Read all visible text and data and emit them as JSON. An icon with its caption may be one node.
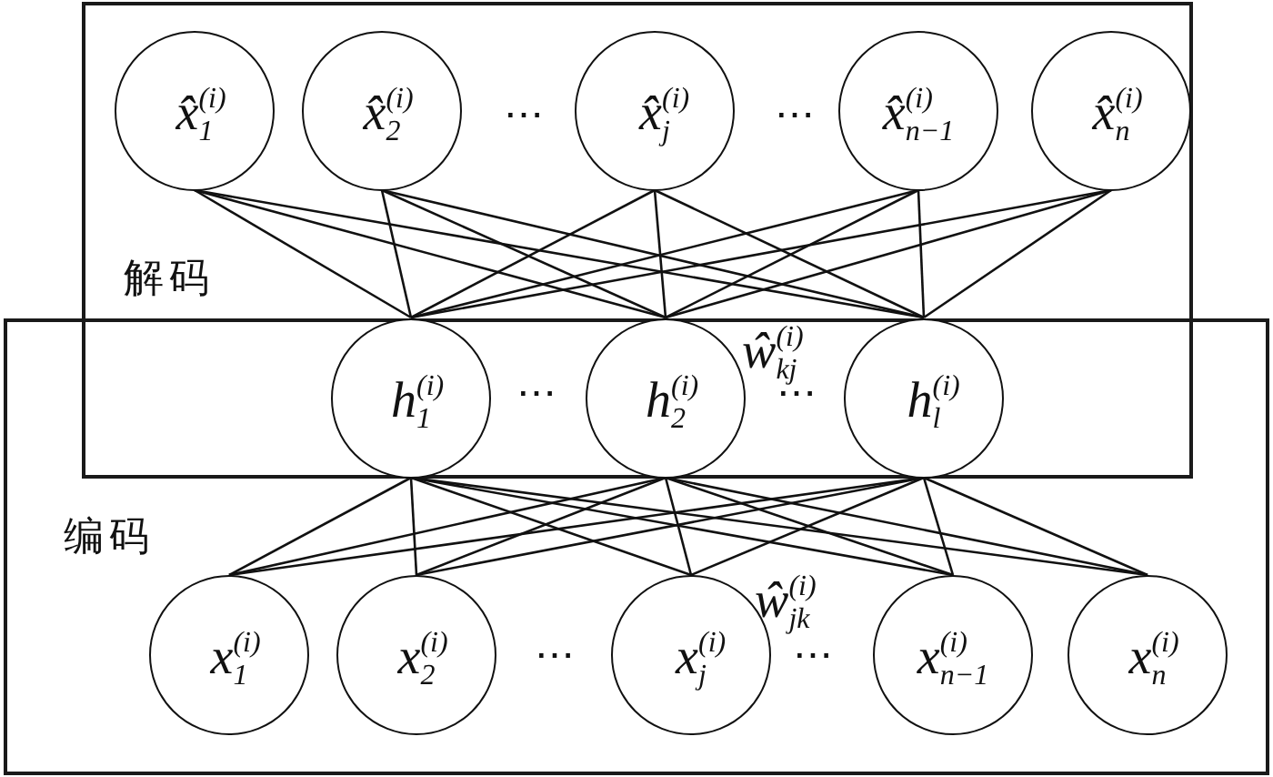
{
  "diagram": {
    "nodes": [
      {
        "text": [
          "解码"
        ]
      },
      {
        "text": [
          "x̂$^{(i)}$$_{1}$"
        ],
        "in": 0
      },
      {
        "text": [
          "x̂$^{(i)}$$_{2}$"
        ],
        "in": 0
      },
      {
        "text": [
          "x̂$^{(i)}$$_{j}$"
        ],
        "in": 0
      },
      {
        "text": [
          "x̂$^{(i)}$$_{n−1}$"
        ],
        "in": 0
      },
      {
        "text": [
          "x̂$^{(i)}$$_{n}$"
        ],
        "in": 0
      },
      {
        "text": [
          "编码"
        ]
      },
      {
        "text": [
          "h$^{(i)}$$_{1}$"
        ]
      },
      {
        "text": [
          "h$^{(i)}$$_{2}$"
        ]
      },
      {
        "text": [
          "h$^{(i)}$$_{l}$"
        ]
      },
      {
        "text": [
          "x$^{(i)}$$_{1}$"
        ],
        "in": 6
      },
      {
        "text": [
          "x$^{(i)}$$_{2}$"
        ],
        "in": 6
      },
      {
        "text": [
          "x$^{(i)}$$_{j}$"
        ],
        "in": 6
      },
      {
        "text": [
          "x$^{(i)}$$_{n−1}$"
        ],
        "in": 6
      },
      {
        "text": [
          "x$^{(i)}$$_{n}$"
        ],
        "in": 6
      }
    ],
    "edges": [
      {
        "from": 7,
        "to": 1,
        "arrow": "none"
      },
      {
        "from": 8,
        "to": 1,
        "arrow": "none"
      },
      {
        "from": 9,
        "to": 1,
        "arrow": "none"
      },
      {
        "from": 7,
        "to": 2,
        "arrow": "none"
      },
      {
        "from": 8,
        "to": 2,
        "arrow": "none"
      },
      {
        "from": 9,
        "to": 2,
        "arrow": "none"
      },
      {
        "from": 7,
        "to": 3,
        "arrow": "none"
      },
      {
        "from": 8,
        "to": 3,
        "arrow": "none"
      },
      {
        "from": 9,
        "to": 3,
        "arrow": "none"
      },
      {
        "from": 7,
        "to": 4,
        "arrow": "none"
      },
      {
        "from": 8,
        "to": 4,
        "arrow": "none"
      },
      {
        "from": 9,
        "to": 4,
        "arrow": "none"
      },
      {
        "from": 7,
        "to": 5,
        "arrow": "none"
      },
      {
        "from": 8,
        "to": 5,
        "arrow": "none"
      },
      {
        "from": 9,
        "to": 5,
        "arrow": "none"
      },
      {
        "from": 10,
        "to": 7,
        "arrow": "none"
      },
      {
        "from": 10,
        "to": 8,
        "arrow": "none"
      },
      {
        "from": 10,
        "to": 9,
        "arrow": "none"
      },
      {
        "from": 11,
        "to": 7,
        "arrow": "none"
      },
      {
        "from": 11,
        "to": 8,
        "arrow": "none"
      },
      {
        "from": 11,
        "to": 9,
        "arrow": "none"
      },
      {
        "from": 12,
        "to": 7,
        "arrow": "none"
      },
      {
        "from": 12,
        "to": 8,
        "arrow": "none"
      },
      {
        "from": 12,
        "to": 9,
        "arrow": "none"
      },
      {
        "from": 13,
        "to": 7,
        "arrow": "none"
      },
      {
        "from": 13,
        "to": 8,
        "arrow": "none"
      },
      {
        "from": 13,
        "to": 9,
        "arrow": "none"
      },
      {
        "from": 14,
        "to": 7,
        "arrow": "none"
      },
      {
        "from": 14,
        "to": 8,
        "arrow": "none"
      },
      {
        "from": 14,
        "to": 9,
        "arrow": "none"
      }
    ],
    "labels": [
      "⋯",
      "⋯",
      "ŵ$^{(i)}$$_{kj}$",
      "⋯",
      "⋯",
      "ŵ$^{(i)}$$_{jk}$",
      "⋯",
      "⋯"
    ]
  }
}
